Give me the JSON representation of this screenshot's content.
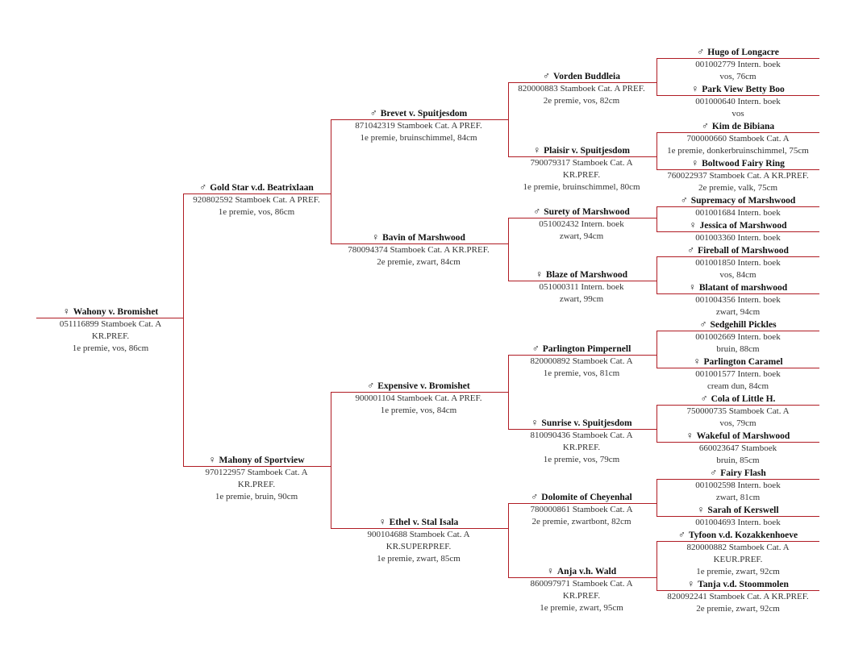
{
  "colors": {
    "line": "#b01c24",
    "text": "#333333",
    "name": "#111111"
  },
  "symbols": {
    "male": "♂",
    "female": "♀"
  },
  "horses": [
    {
      "id": "h0",
      "sex": "female",
      "name": "Wahony v. Bromishet",
      "lines": [
        "051116899 Stamboek Cat. A",
        "KR.PREF.",
        "1e premie, vos, 86cm"
      ]
    },
    {
      "id": "h1",
      "sex": "male",
      "name": "Gold Star v.d. Beatrixlaan",
      "lines": [
        "920802592 Stamboek Cat. A PREF.",
        "1e premie, vos, 86cm"
      ]
    },
    {
      "id": "h2",
      "sex": "female",
      "name": "Mahony of Sportview",
      "lines": [
        "970122957 Stamboek Cat. A",
        "KR.PREF.",
        "1e premie, bruin, 90cm"
      ]
    },
    {
      "id": "h3",
      "sex": "male",
      "name": "Brevet v. Spuitjesdom",
      "lines": [
        "871042319 Stamboek Cat. A PREF.",
        "1e premie, bruinschimmel, 84cm"
      ]
    },
    {
      "id": "h4",
      "sex": "female",
      "name": "Bavin of Marshwood",
      "lines": [
        "780094374 Stamboek Cat. A KR.PREF.",
        "2e premie, zwart, 84cm"
      ]
    },
    {
      "id": "h5",
      "sex": "male",
      "name": "Expensive v. Bromishet",
      "lines": [
        "900001104 Stamboek Cat. A PREF.",
        "1e premie, vos, 84cm"
      ]
    },
    {
      "id": "h6",
      "sex": "female",
      "name": "Ethel v. Stal Isala",
      "lines": [
        "900104688 Stamboek Cat. A",
        "KR.SUPERPREF.",
        "1e premie, zwart, 85cm"
      ]
    },
    {
      "id": "h7",
      "sex": "male",
      "name": "Vorden Buddleia",
      "lines": [
        "820000883 Stamboek Cat. A PREF.",
        "2e premie, vos, 82cm"
      ]
    },
    {
      "id": "h8",
      "sex": "female",
      "name": "Plaisir v. Spuitjesdom",
      "lines": [
        "790079317 Stamboek Cat. A",
        "KR.PREF.",
        "1e premie, bruinschimmel, 80cm"
      ]
    },
    {
      "id": "h9",
      "sex": "male",
      "name": "Surety of Marshwood",
      "lines": [
        "051002432 Intern. boek",
        "zwart, 94cm"
      ]
    },
    {
      "id": "h10",
      "sex": "female",
      "name": "Blaze of Marshwood",
      "lines": [
        "051000311 Intern. boek",
        "zwart, 99cm"
      ]
    },
    {
      "id": "h11",
      "sex": "male",
      "name": "Parlington Pimpernell",
      "lines": [
        "820000892 Stamboek Cat. A",
        "1e premie, vos, 81cm"
      ]
    },
    {
      "id": "h12",
      "sex": "female",
      "name": "Sunrise v. Spuitjesdom",
      "lines": [
        "810090436 Stamboek Cat. A",
        "KR.PREF.",
        "1e premie, vos, 79cm"
      ]
    },
    {
      "id": "h13",
      "sex": "male",
      "name": "Dolomite of Cheyenhal",
      "lines": [
        "780000861 Stamboek Cat. A",
        "2e premie, zwartbont, 82cm"
      ]
    },
    {
      "id": "h14",
      "sex": "female",
      "name": "Anja v.h. Wald",
      "lines": [
        "860097971 Stamboek Cat. A",
        "KR.PREF.",
        "1e premie, zwart, 95cm"
      ]
    },
    {
      "id": "h15",
      "sex": "male",
      "name": "Hugo of Longacre",
      "lines": [
        "001002779 Intern. boek",
        "vos, 76cm"
      ]
    },
    {
      "id": "h16",
      "sex": "female",
      "name": "Park View Betty Boo",
      "lines": [
        "001000640 Intern. boek",
        "vos"
      ]
    },
    {
      "id": "h17",
      "sex": "male",
      "name": "Kim de Bibiana",
      "lines": [
        "700000660 Stamboek Cat. A",
        "1e premie, donkerbruinschimmel, 75cm"
      ]
    },
    {
      "id": "h18",
      "sex": "female",
      "name": "Boltwood Fairy Ring",
      "lines": [
        "760022937 Stamboek Cat. A KR.PREF.",
        "2e premie, valk, 75cm"
      ]
    },
    {
      "id": "h19",
      "sex": "male",
      "name": "Supremacy of Marshwood",
      "lines": [
        "001001684 Intern. boek"
      ]
    },
    {
      "id": "h20",
      "sex": "female",
      "name": "Jessica of Marshwood",
      "lines": [
        "001003360 Intern. boek"
      ]
    },
    {
      "id": "h21",
      "sex": "male",
      "name": "Fireball of Marshwood",
      "lines": [
        "001001850 Intern. boek",
        "vos, 84cm"
      ]
    },
    {
      "id": "h22",
      "sex": "female",
      "name": "Blatant of marshwood",
      "lines": [
        "001004356 Intern. boek",
        "zwart, 94cm"
      ]
    },
    {
      "id": "h23",
      "sex": "male",
      "name": "Sedgehill Pickles",
      "lines": [
        "001002669 Intern. boek",
        "bruin, 88cm"
      ]
    },
    {
      "id": "h24",
      "sex": "female",
      "name": "Parlington Caramel",
      "lines": [
        "001001577 Intern. boek",
        "cream dun, 84cm"
      ]
    },
    {
      "id": "h25",
      "sex": "male",
      "name": "Cola of Little H.",
      "lines": [
        "750000735 Stamboek Cat. A",
        "vos, 79cm"
      ]
    },
    {
      "id": "h26",
      "sex": "female",
      "name": "Wakeful of Marshwood",
      "lines": [
        "660023647 Stamboek",
        "bruin, 85cm"
      ]
    },
    {
      "id": "h27",
      "sex": "male",
      "name": "Fairy Flash",
      "lines": [
        "001002598 Intern. boek",
        "zwart, 81cm"
      ]
    },
    {
      "id": "h28",
      "sex": "female",
      "name": "Sarah of Kerswell",
      "lines": [
        "001004693 Intern. boek"
      ]
    },
    {
      "id": "h29",
      "sex": "male",
      "name": "Tyfoon v.d. Kozakkenhoeve",
      "lines": [
        "820000882 Stamboek Cat. A",
        "KEUR.PREF.",
        "1e premie, zwart, 92cm"
      ]
    },
    {
      "id": "h30",
      "sex": "female",
      "name": "Tanja v.d. Stoommolen",
      "lines": [
        "820092241 Stamboek Cat. A KR.PREF.",
        "2e premie, zwart, 92cm"
      ]
    }
  ]
}
